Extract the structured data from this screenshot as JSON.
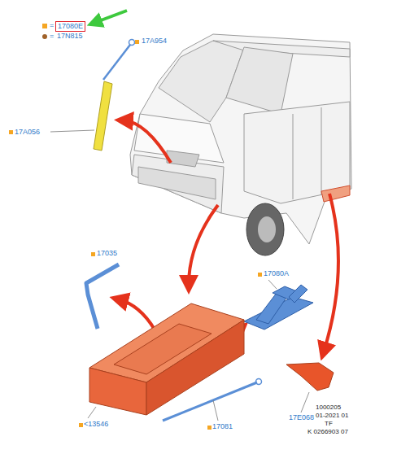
{
  "diagram": {
    "nodes": [
      {
        "text": [
          "17080E"
        ]
      }
    ],
    "labels": [
      "=",
      "=",
      "17N815",
      "17A954",
      "17A056",
      "17035",
      "17080A",
      "<13546",
      "17081",
      "17E068",
      "1000205",
      "01-2021 01",
      "TF",
      "K 0266903 07"
    ]
  }
}
